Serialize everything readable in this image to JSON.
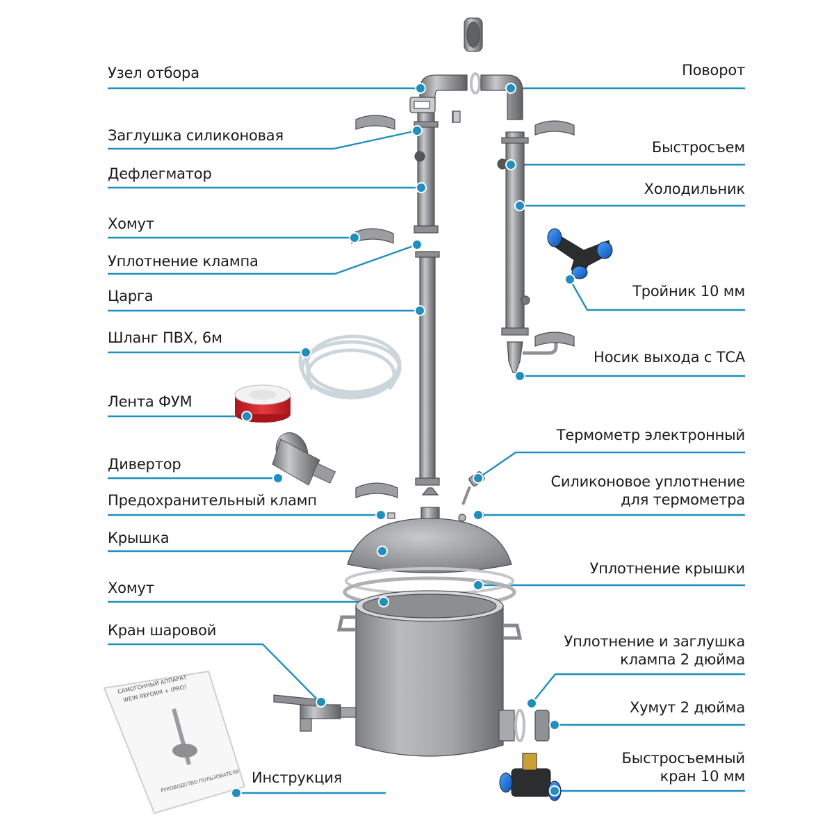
{
  "colors": {
    "accent": "#1f8fc0",
    "metal": "#9a9c9f",
    "metal_dark": "#6e7073",
    "tape_red": "#d8232a"
  },
  "labels": {
    "uzel_otbora": "Узел отбора",
    "zaglushka": "Заглушка силиконовая",
    "deflegmator": "Дефлегматор",
    "khomut_top": "Хомут",
    "uplotnenie_klampa": "Уплотнение клампа",
    "tsarga": "Царга",
    "shlang": "Шланг ПВХ, 6м",
    "lenta": "Лента ФУМ",
    "divertor": "Дивертор",
    "predokhranitelny": "Предохранительный кламп",
    "kryshka": "Крышка",
    "khomut_bottom": "Хомут",
    "kran_sharovoy": "Кран шаровой",
    "instruktsiya": "Инструкция",
    "povorot": "Поворот",
    "bystrosem": "Быстросъем",
    "kholodilnik": "Холодильник",
    "troynik": "Тройник 10 мм",
    "nosik": "Носик выхода с ТСА",
    "termometr": "Термометр электронный",
    "silikon_upl_1": "Силиконовое уплотнение",
    "silikon_upl_2": "для термометра",
    "upl_kryshki": "Уплотнение крышки",
    "upl_zaglushka_1": "Уплотнение и заглушка",
    "upl_zaglushka_2": "клампа 2 дюйма",
    "khomut_2": "Хумут 2 дюйма",
    "bystrosemny_1": "Быстросъемный",
    "bystrosemny_2": "кран 10 мм"
  },
  "manual": {
    "title_1": "САМОГОННЫЙ АППАРАТ",
    "title_2": "WEIN REFORM + (PRO)",
    "subtitle": "РУКОВОДСТВО ПОЛЬЗОВАТЕЛЯ"
  },
  "icons": [
    "tee-fitting-icon",
    "ptfe-tape-icon",
    "diverter-icon",
    "valve-icon",
    "manual-icon",
    "hose-icon"
  ]
}
